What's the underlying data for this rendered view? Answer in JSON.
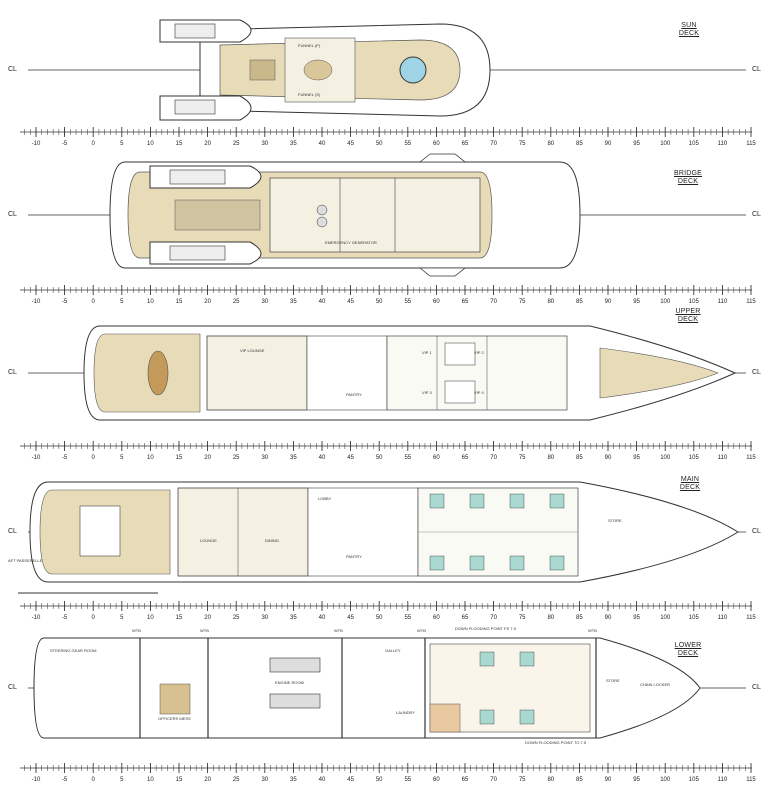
{
  "centerline_label": "CL",
  "scale_ticks": [
    "-10",
    "-5",
    "0",
    "5",
    "10",
    "15",
    "20",
    "25",
    "30",
    "35",
    "40",
    "45",
    "50",
    "55",
    "60",
    "65",
    "70",
    "75",
    "80",
    "85",
    "90",
    "95",
    "100",
    "105",
    "110",
    "115"
  ],
  "colors": {
    "deck_wood": "#e8dcb8",
    "line": "#333333",
    "floor_light": "#f4f0e2",
    "cabin_teal": "#a8d8d0"
  },
  "decks": [
    {
      "id": "sun",
      "name_line1": "SUN",
      "name_line2": "DECK",
      "rooms": [
        "FUNNEL (P)",
        "FUNNEL (S)"
      ]
    },
    {
      "id": "bridge",
      "name_line1": "BRIDGE",
      "name_line2": "DECK",
      "rooms": [
        "EMERGENCY GENERATOR"
      ]
    },
    {
      "id": "upper",
      "name_line1": "UPPER",
      "name_line2": "DECK",
      "rooms": [
        "VIP LOUNGE",
        "PANTRY",
        "VIP 1",
        "VIP 2",
        "VIP 3",
        "VIP 4"
      ]
    },
    {
      "id": "main",
      "name_line1": "MAIN",
      "name_line2": "DECK",
      "rooms": [
        "LOUNGE",
        "DINING",
        "LOBBY",
        "PANTRY",
        "STORE",
        "AFT PASSERELLE"
      ]
    },
    {
      "id": "lower",
      "name_line1": "LOWER",
      "name_line2": "DECK",
      "rooms": [
        "STEERING GEAR ROOM",
        "ENGINE ROOM",
        "GALLEY",
        "LAUNDRY",
        "STORE",
        "OFFICERS MESS",
        "CHAIN LOCKER"
      ],
      "wtb_labels": [
        "WTB",
        "WTB",
        "WTB",
        "WTB",
        "WTB"
      ],
      "notes": [
        "DOWN FLOODING POINT FS 7.5",
        "DOWN FLOODING POINT TO 7.5"
      ]
    }
  ]
}
